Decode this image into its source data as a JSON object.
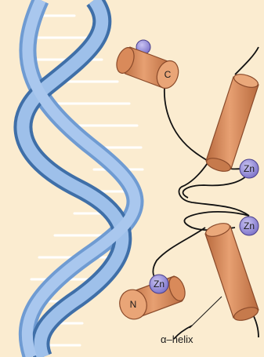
{
  "colors": {
    "background": "#fbecd0",
    "dna_blue": "#8fb4e0",
    "dna_blue_dark": "#3f6fa8",
    "cylinder": "#d98a5a",
    "cylinder_dark": "#8a4a2a",
    "zinc": "#8f85d6",
    "zinc_dark": "#4a3f8a"
  },
  "labels": {
    "c_terminus": "C",
    "n_terminus": "N",
    "zinc_top": "Zn",
    "zinc_middle": "Zn",
    "zinc_bottom": "Zn",
    "alpha_helix": "α–helix"
  }
}
